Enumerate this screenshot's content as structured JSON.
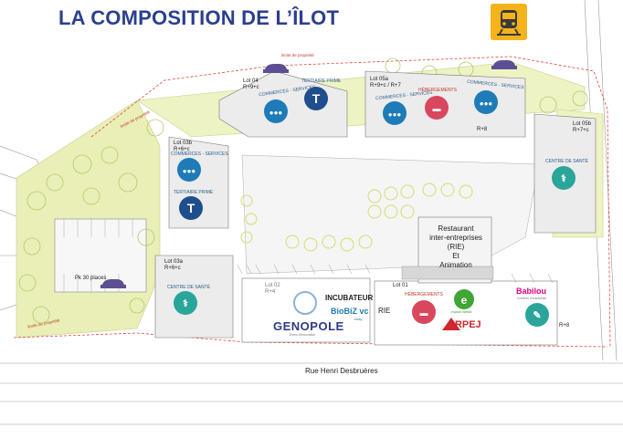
{
  "header": {
    "title": "LA COMPOSITION DE L’ÎLOT",
    "train_icon": "train-icon",
    "accent_color": "#f4b31a",
    "title_color": "#2b3f8f"
  },
  "lots": {
    "lot04": {
      "name": "Lot 04",
      "levels": "R+9+c"
    },
    "lot05a": {
      "name": "Lot 05a",
      "levels": "R+9+c / R+7"
    },
    "lot05b": {
      "name": "Lot 05b",
      "levels": "R+7+c"
    },
    "lot03b": {
      "name": "Lot 03b",
      "levels": "R+6+c"
    },
    "lot03a": {
      "name": "Lot 03a",
      "levels": "R+6+c"
    },
    "lot02": {
      "name": "Lot 02",
      "levels": "R+4"
    },
    "lot01": {
      "name": "Lot 01",
      "levels": "R+8"
    },
    "lot05_mid": {
      "levels": "R+8"
    }
  },
  "programs": {
    "commerces_services": "COMMERCES - SERVICES",
    "tertiaire_prime": "TERTIAIRE PRIME",
    "hebergements": "HÉBERGEMENTS",
    "centre_de_sante": "CENTRE DE SANTÉ"
  },
  "restaurant": {
    "line1": "Restaurant",
    "line2": "inter-entreprises",
    "line3": "(RIE)",
    "line4": "Et",
    "line5": "Animation"
  },
  "lot02_brands": {
    "incubateur": "INCUBATEUR",
    "genopole": "GENOPOLE",
    "genopole_sub": "Terres d'innovation",
    "biobiz": "BioBiZ vc",
    "biobiz_sub": "easy"
  },
  "lot01_brands": {
    "rie": "RIE",
    "espacil": "espacil habitat",
    "arpej": "ARPEJ",
    "babilou": "Babilou",
    "babilou_sub": "Crèches d'entreprise"
  },
  "parking": {
    "label": "Pk 30 places"
  },
  "street": {
    "name": "Rue Henri Desbruères"
  },
  "boundary": {
    "label": "limite de propriété"
  },
  "colors": {
    "circle_blue": "#1e7bb8",
    "circle_pink": "#d9475e",
    "circle_teal": "#2aa59a",
    "vegetation": "#e9efb7",
    "building": "#ececec"
  }
}
